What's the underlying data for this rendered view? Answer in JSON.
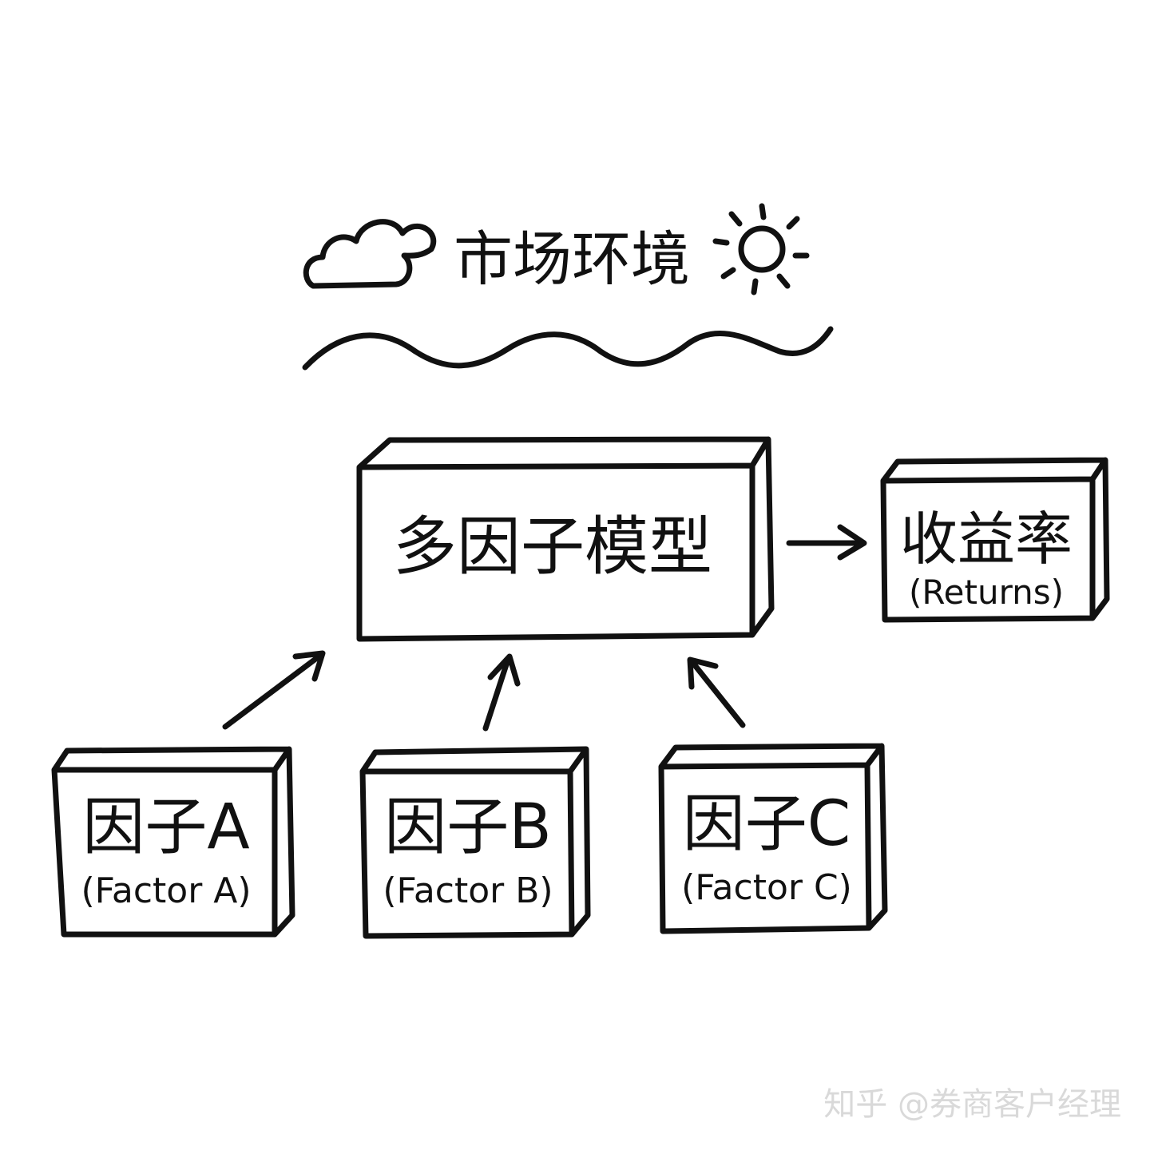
{
  "heading": {
    "label": "市场环境",
    "left_icon": "cloud-icon",
    "right_icon": "sun-icon",
    "decoration": "wave-line"
  },
  "model_box": {
    "label": "多因子模型"
  },
  "output_box": {
    "label": "收益率",
    "sublabel": "(Returns)"
  },
  "factors": [
    {
      "label": "因子A",
      "sublabel": "(Factor A)"
    },
    {
      "label": "因子B",
      "sublabel": "(Factor B)"
    },
    {
      "label": "因子C",
      "sublabel": "(Factor C)"
    }
  ],
  "watermark": {
    "text": "知乎 @券商客户经理"
  },
  "colors": {
    "ink": "#111111",
    "background": "#ffffff",
    "watermark": "#d9d9d9"
  }
}
